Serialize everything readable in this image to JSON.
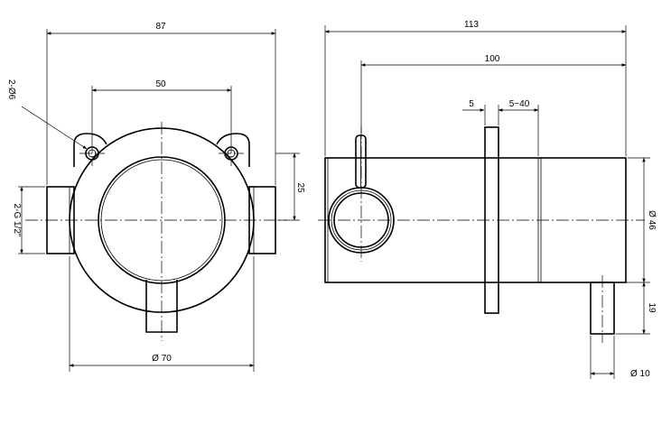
{
  "front_view": {
    "dim_overall_width": "87",
    "dim_hole_spacing": "50",
    "dim_hole_diameter": "2-Ø6",
    "dim_thread": "2-G 1/2\"",
    "dim_port_height": "25",
    "dim_body_diameter": "Ø 70"
  },
  "side_view": {
    "dim_overall_length": "113",
    "dim_body_length": "100",
    "dim_flange_thickness": "5",
    "dim_panel_range": "5~40",
    "dim_body_diameter": "Ø 46",
    "dim_pipe_length": "19",
    "dim_pipe_diameter": "Ø 10"
  },
  "colors": {
    "line": "#000000",
    "background": "#ffffff"
  }
}
